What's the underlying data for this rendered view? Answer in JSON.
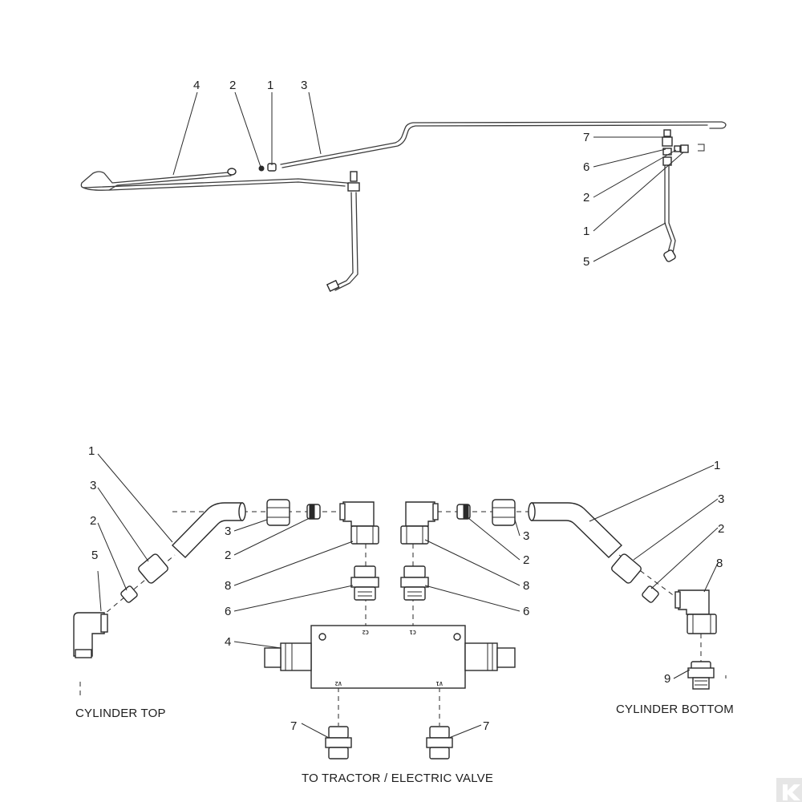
{
  "top_view": {
    "callouts": [
      "4",
      "2",
      "1",
      "3",
      "7",
      "6",
      "2",
      "1",
      "5"
    ]
  },
  "bottom_view": {
    "left_callouts": [
      "1",
      "3",
      "2",
      "5",
      "3",
      "2",
      "8",
      "6",
      "4",
      "7"
    ],
    "right_callouts": [
      "1",
      "3",
      "2",
      "8",
      "3",
      "2",
      "8",
      "6",
      "9",
      "7"
    ],
    "port_labels": [
      "C2",
      "C1",
      "V2",
      "V1"
    ],
    "labels": {
      "cylinder_top": "CYLINDER TOP",
      "cylinder_bottom": "CYLINDER BOTTOM",
      "to_tractor": "TO TRACTOR / ELECTRIC VALVE"
    }
  },
  "logo": {
    "icon": "brand-logo-icon",
    "color": "#d9d9d9"
  }
}
